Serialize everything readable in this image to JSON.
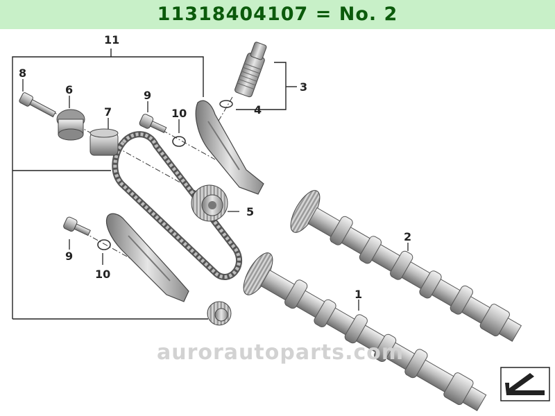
{
  "header": {
    "title": "11318404107  =  No. 2",
    "background": "#c8f0c8",
    "text_color": "#0b5a0b"
  },
  "callouts": {
    "c1": "1",
    "c2": "2",
    "c3": "3",
    "c4": "4",
    "c5": "5",
    "c6": "6",
    "c7": "7",
    "c8": "8",
    "c9a": "9",
    "c9b": "9",
    "c10a": "10",
    "c10b": "10",
    "c11": "11"
  },
  "watermark": "aurorautoparts.com",
  "parts": [
    {
      "callout": "1",
      "icon": "camshaft-icon"
    },
    {
      "callout": "2",
      "icon": "camshaft-icon"
    },
    {
      "callout": "3",
      "icon": "chain-tensioner-icon"
    },
    {
      "callout": "4",
      "icon": "seal-ring-icon"
    },
    {
      "callout": "5",
      "icon": "sprocket-icon"
    },
    {
      "callout": "6",
      "icon": "bushing-icon"
    },
    {
      "callout": "7",
      "icon": "sleeve-icon"
    },
    {
      "callout": "8",
      "icon": "bolt-icon"
    },
    {
      "callout": "9",
      "icon": "pin-icon"
    },
    {
      "callout": "10",
      "icon": "o-ring-icon"
    },
    {
      "callout": "11",
      "icon": "timing-chain-kit-icon"
    }
  ]
}
